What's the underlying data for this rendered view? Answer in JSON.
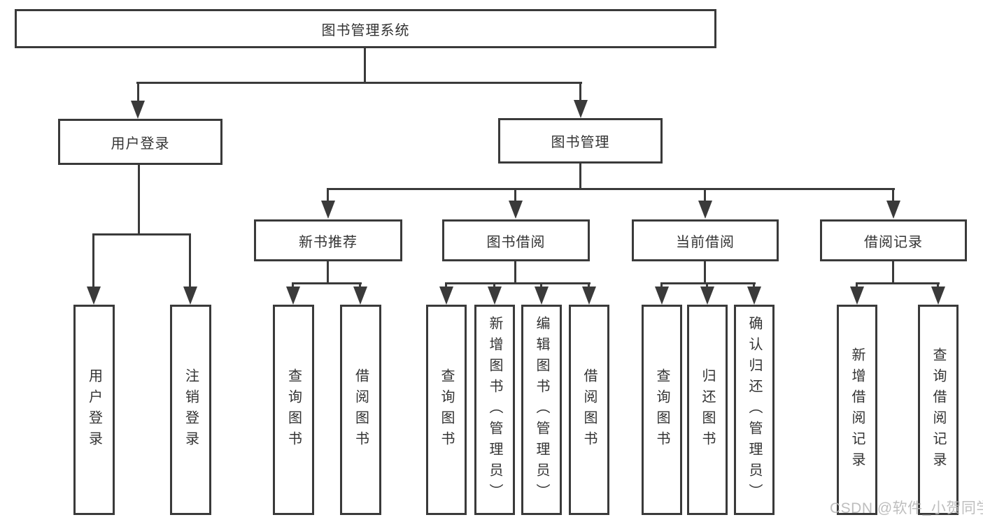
{
  "diagram": {
    "root": {
      "label": "图书管理系统"
    },
    "level2": [
      {
        "label": "用户登录"
      },
      {
        "label": "图书管理"
      }
    ],
    "level3": [
      {
        "label": "新书推荐"
      },
      {
        "label": "图书借阅"
      },
      {
        "label": "当前借阅"
      },
      {
        "label": "借阅记录"
      }
    ],
    "leaves": [
      {
        "label": "用户登录"
      },
      {
        "label": "注销登录"
      },
      {
        "label": "查询图书"
      },
      {
        "label": "借阅图书"
      },
      {
        "label": "查询图书"
      },
      {
        "label": "新增图书（管理员）"
      },
      {
        "label": "编辑图书（管理员）"
      },
      {
        "label": "借阅图书"
      },
      {
        "label": "查询图书"
      },
      {
        "label": "归还图书"
      },
      {
        "label": "确认归还（管理员）"
      },
      {
        "label": "新增借阅记录"
      },
      {
        "label": "查询借阅记录"
      }
    ],
    "structure": {
      "图书管理系统": [
        "用户登录",
        "图书管理"
      ],
      "用户登录": [
        "用户登录",
        "注销登录"
      ],
      "图书管理": [
        "新书推荐",
        "图书借阅",
        "当前借阅",
        "借阅记录"
      ],
      "新书推荐": [
        "查询图书",
        "借阅图书"
      ],
      "图书借阅": [
        "查询图书",
        "新增图书（管理员）",
        "编辑图书（管理员）",
        "借阅图书"
      ],
      "当前借阅": [
        "查询图书",
        "归还图书",
        "确认归还（管理员）"
      ],
      "借阅记录": [
        "新增借阅记录",
        "查询借阅记录"
      ]
    }
  },
  "watermark": {
    "text": "CSDN @软件_小贺同学"
  },
  "colors": {
    "line": "#3a3a3a",
    "text": "#333333",
    "node_background": "#ffffff",
    "watermark": "#b9b9b9",
    "background": "#ffffff"
  }
}
